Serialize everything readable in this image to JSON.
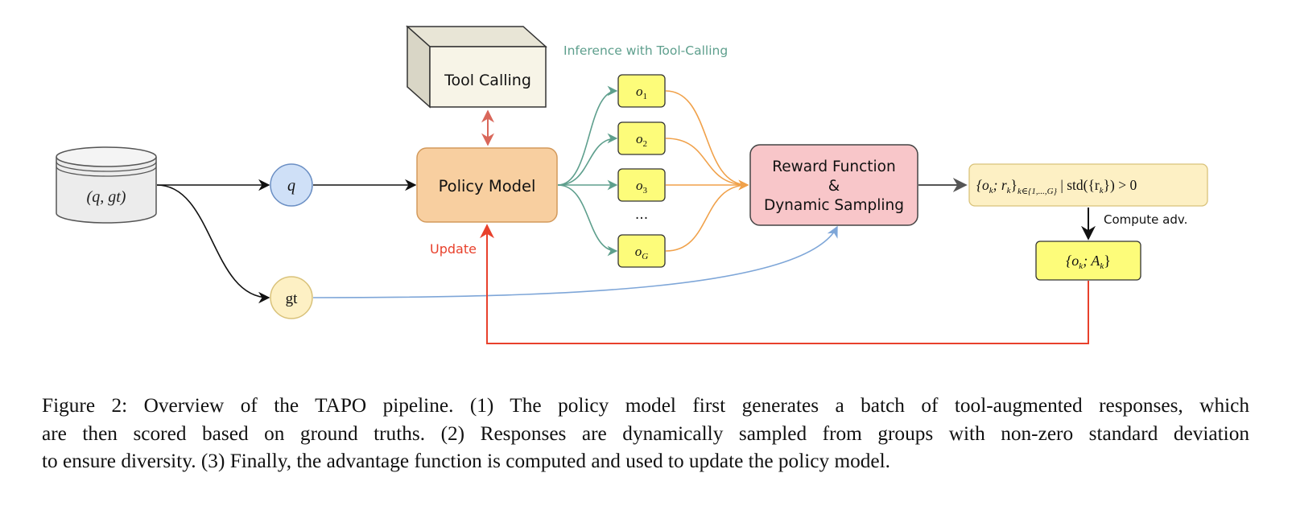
{
  "diagram": {
    "dataset_label": "(q, gt)",
    "q_node": "q",
    "gt_node": "gt",
    "tool_calling": "Tool Calling",
    "inference_label": "Inference with Tool-Calling",
    "policy_model": "Policy Model",
    "update_label": "Update",
    "outputs": [
      {
        "main": "o",
        "sub": "1"
      },
      {
        "main": "o",
        "sub": "2"
      },
      {
        "main": "o",
        "sub": "3"
      },
      {
        "main": "o",
        "sub": "G"
      }
    ],
    "ellipsis": "...",
    "reward_line1": "Reward Function",
    "reward_line2": "&",
    "reward_line3": "Dynamic Sampling",
    "filter_formula": {
      "open": "{o",
      "k1": "k",
      "mid": "; r",
      "k2": "k",
      "close": "}",
      "subscript": "k∈{1,...,G}",
      "condition": " | std({r",
      "k3": "k",
      "end": "}) > 0"
    },
    "compute_adv_label": "Compute adv.",
    "adv_formula": {
      "open": "{o",
      "k1": "k",
      "mid": "; A",
      "k2": "k",
      "close": "}"
    },
    "colors": {
      "policy_fill": "#f8cfa0",
      "policy_stroke": "#d39a5c",
      "reward_fill": "#f8c6c9",
      "output_fill": "#fdfc7a",
      "filter_fill": "#fdf0c4",
      "q_fill": "#cfe0f7",
      "gt_fill": "#fdf0c4",
      "teal_arrow": "#5e9f8d",
      "orange_arrow": "#f0a14a",
      "red_update": "#e8412c",
      "blue_arrow": "#7ea6d8",
      "tool_arrow": "#d9675a"
    }
  },
  "caption": {
    "lines": [
      "Figure 2: Overview of the TAPO pipeline. (1) The policy model first generates a batch of tool-augmented responses, which",
      "are then scored based on ground truths. (2) Responses are dynamically sampled from groups with non-zero standard deviation",
      "to ensure diversity. (3) Finally, the advantage function is computed and used to update the policy model."
    ]
  }
}
